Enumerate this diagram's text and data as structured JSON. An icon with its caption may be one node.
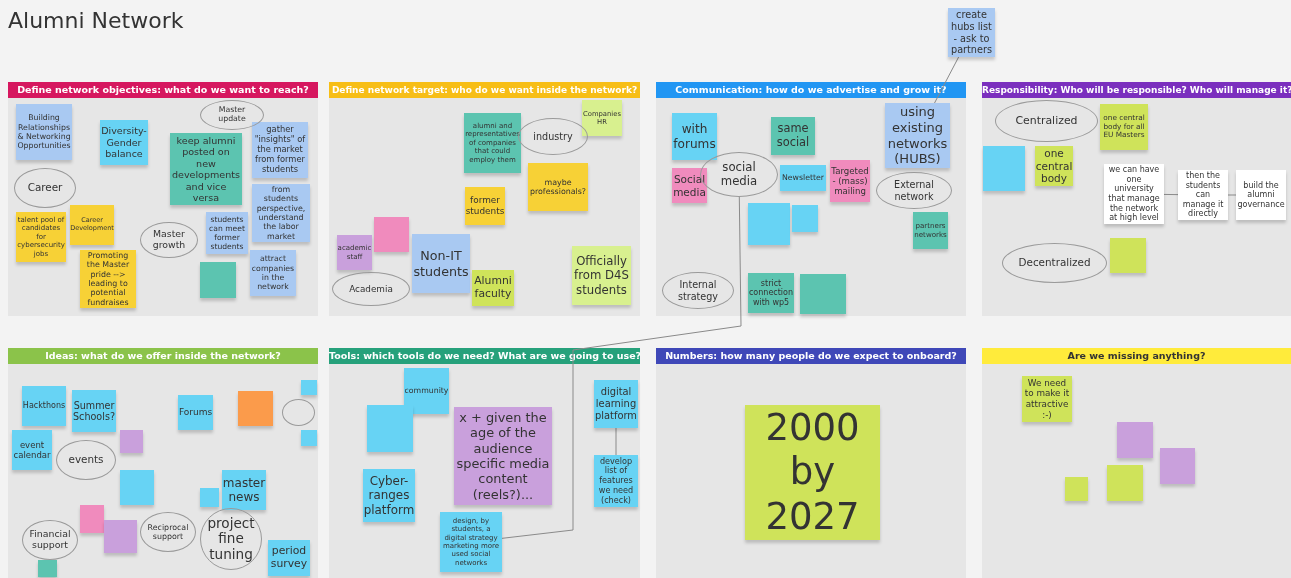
{
  "diagram": {
    "title": "Alumni Network",
    "nodes": [
      {
        "text": [
          "Define network objectives: what do we want to reach?"
        ]
      },
      {
        "text": [
          "Building Relationships & Networking Opportunities"
        ],
        "in": 0
      },
      {
        "text": [
          "Master update"
        ],
        "in": 0
      },
      {
        "text": [
          "Diversity-Gender balance"
        ],
        "in": 0
      },
      {
        "text": [
          "keep alumni posted on new developments and vice versa"
        ],
        "in": 0
      },
      {
        "text": [
          "gather \"insights\" of the market from former students"
        ],
        "in": 0
      },
      {
        "text": [
          "from students perspective, understand the labor market"
        ],
        "in": 0
      },
      {
        "text": [
          "students can meet former students"
        ],
        "in": 0
      },
      {
        "text": [
          "Career"
        ],
        "in": 0
      },
      {
        "text": [
          "Career Development"
        ],
        "in": 0
      },
      {
        "text": [
          "talent pool of candidates for cybersecurity jobs"
        ],
        "in": 0
      },
      {
        "text": [
          "Promoting the Master pride --> leading to potential fundraises"
        ],
        "in": 0
      },
      {
        "text": [
          "Master growth"
        ],
        "in": 0
      },
      {
        "text": [
          "attract companies in the network"
        ],
        "in": 0
      },
      {
        "text": [],
        "shape": "box",
        "in": 0
      },
      {
        "text": [
          "Define network target: who do we want inside the network?"
        ]
      },
      {
        "text": [
          "Companies HR"
        ],
        "in": 15
      },
      {
        "text": [
          "alumni and representatives of companies that could employ them"
        ],
        "in": 15
      },
      {
        "text": [
          "industry"
        ],
        "in": 15
      },
      {
        "text": [
          "maybe professionals?"
        ],
        "in": 15
      },
      {
        "text": [
          "former students"
        ],
        "in": 15
      },
      {
        "text": [],
        "shape": "box",
        "in": 15
      },
      {
        "text": [
          "academic staff"
        ],
        "in": 15
      },
      {
        "text": [
          "Non-IT students"
        ],
        "in": 15
      },
      {
        "text": [
          "Academia"
        ],
        "in": 15
      },
      {
        "text": [
          "Alumni faculty"
        ],
        "in": 15
      },
      {
        "text": [
          "Officially from D4S students"
        ],
        "in": 15
      },
      {
        "text": [
          "create hubs list - ask to partners"
        ]
      },
      {
        "text": [
          "Communication: how do we advertise and grow it?"
        ]
      },
      {
        "text": [
          "with forums"
        ],
        "in": 28
      },
      {
        "text": [
          "same social"
        ],
        "in": 28
      },
      {
        "text": [
          "social media"
        ],
        "in": 28
      },
      {
        "text": [
          "Social media"
        ],
        "in": 28
      },
      {
        "text": [
          "Newsletter"
        ],
        "in": 28
      },
      {
        "text": [
          "Targeted - (mass) mailing"
        ],
        "in": 28
      },
      {
        "text": [],
        "shape": "box",
        "in": 28
      },
      {
        "text": [],
        "shape": "box",
        "in": 28
      },
      {
        "text": [
          "using existing networks (HUBS)"
        ],
        "in": 28
      },
      {
        "text": [
          "External network"
        ],
        "in": 28
      },
      {
        "text": [
          "partners networks"
        ],
        "in": 28
      },
      {
        "text": [
          "Internal strategy"
        ],
        "in": 28
      },
      {
        "text": [
          "strict connection with wp5"
        ],
        "in": 28
      },
      {
        "text": [],
        "shape": "box",
        "in": 28
      },
      {
        "text": [
          "Responsibility: Who will be responsible? Who will manage it?"
        ]
      },
      {
        "text": [
          "Centralized"
        ],
        "in": 43
      },
      {
        "text": [
          "one central body for all EU Masters"
        ],
        "in": 43
      },
      {
        "text": [],
        "shape": "box",
        "in": 43
      },
      {
        "text": [
          "one central body"
        ],
        "in": 43
      },
      {
        "text": [
          "we can have one university that manage the network at high level"
        ],
        "in": 43
      },
      {
        "text": [
          "then the students can manage it directly"
        ],
        "in": 43
      },
      {
        "text": [
          "build the alumni governance"
        ],
        "in": 43
      },
      {
        "text": [
          "Decentralized"
        ],
        "in": 43
      },
      {
        "text": [],
        "shape": "box",
        "in": 43
      },
      {
        "text": [
          "Ideas: what do we offer inside the network?"
        ]
      },
      {
        "text": [
          "Hackthons"
        ],
        "in": 53
      },
      {
        "text": [
          "Summer Schools?"
        ],
        "in": 53
      },
      {
        "text": [
          "Forums"
        ],
        "in": 53
      },
      {
        "text": [],
        "shape": "box",
        "in": 53
      },
      {
        "text": [],
        "shape": "box",
        "in": 53
      },
      {
        "text": [],
        "shape": "circle",
        "in": 53
      },
      {
        "text": [],
        "shape": "box",
        "in": 53
      },
      {
        "text": [
          "event calendar"
        ],
        "in": 53
      },
      {
        "text": [
          "events"
        ],
        "in": 53
      },
      {
        "text": [],
        "shape": "box",
        "in": 53
      },
      {
        "text": [],
        "shape": "box",
        "in": 53
      },
      {
        "text": [
          "master news"
        ],
        "in": 53
      },
      {
        "text": [],
        "shape": "box",
        "in": 53
      },
      {
        "text": [
          "Financial support"
        ],
        "in": 53
      },
      {
        "text": [],
        "shape": "box",
        "in": 53
      },
      {
        "text": [],
        "shape": "box",
        "in": 53
      },
      {
        "text": [
          "Reciprocal support"
        ],
        "in": 53
      },
      {
        "text": [],
        "shape": "box",
        "in": 53
      },
      {
        "text": [
          "project fine tuning"
        ],
        "in": 53
      },
      {
        "text": [
          "period survey"
        ],
        "in": 53
      },
      {
        "text": [
          "Tools: which tools do we need? What are we going to use?"
        ]
      },
      {
        "text": [
          "community"
        ],
        "in": 74
      },
      {
        "text": [],
        "shape": "box",
        "in": 74
      },
      {
        "text": [
          "digital learning platform"
        ],
        "in": 74
      },
      {
        "text": [
          "x + given the age of the audience specific media content (reels?)..."
        ],
        "in": 74
      },
      {
        "text": [
          "Cyber-ranges platform"
        ],
        "in": 74
      },
      {
        "text": [
          "develop list of features we need (check)"
        ],
        "in": 74
      },
      {
        "text": [
          "design, by students, a digital strategy marketing more used social networks"
        ],
        "in": 74
      },
      {
        "text": [
          "Numbers: how many people do we expect to onboard?"
        ]
      },
      {
        "text": [
          "2000 by 2027"
        ],
        "in": 82
      },
      {
        "text": [
          "Are we missing anything?"
        ]
      },
      {
        "text": [
          "We need to make it attractive :-)"
        ],
        "in": 84
      },
      {
        "text": [],
        "shape": "box",
        "in": 84
      },
      {
        "text": [],
        "shape": "box",
        "in": 84
      },
      {
        "text": [],
        "shape": "box",
        "in": 84
      },
      {
        "text": [],
        "shape": "box",
        "in": 84
      }
    ],
    "edges": [
      {
        "from": 27,
        "to": 37,
        "arrow": "none"
      },
      {
        "from": 31,
        "to": 81,
        "arrow": "none"
      },
      {
        "from": 48,
        "to": 49,
        "arrow": "none"
      },
      {
        "from": 49,
        "to": 50,
        "arrow": "none"
      },
      {
        "from": 77,
        "to": 80,
        "arrow": "none"
      }
    ]
  }
}
